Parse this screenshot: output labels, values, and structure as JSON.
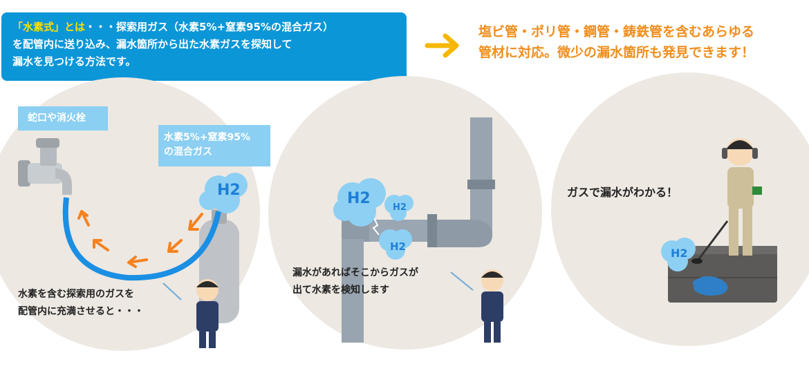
{
  "intro": {
    "highlight": "「水素式」とは",
    "line1_rest": "・・・探索用ガス（水素5%+窒素95%の混合ガス）",
    "line2": "を配管内に送り込み、漏水箇所から出た水素ガスを探知して",
    "line3": "漏水を見つける方法です。"
  },
  "benefit": {
    "line1": "塩ビ管・ポリ管・鋼管・鋳鉄管を含むあらゆる",
    "line2": "管材に対応。微少の漏水箇所も発見できます！"
  },
  "panel1": {
    "tag_faucet": "蛇口や消火栓",
    "tag_gas_line1": "水素5%+窒素95%",
    "tag_gas_line2": "の混合ガス",
    "h2_label": "H2",
    "caption_line1": "水素を含む探索用のガスを",
    "caption_line2": "配管内に充満させると・・・"
  },
  "panel2": {
    "h2_big": "H2",
    "h2_small_top": "H2",
    "h2_small_bottom": "H2",
    "caption_line1": "漏水があればそこからガスが",
    "caption_line2": "出て水素を検知します"
  },
  "panel3": {
    "caption": "ガスで漏水がわかる！",
    "h2_label": "H2"
  },
  "colors": {
    "intro_bg": "#0b96d8",
    "highlight": "#ffe100",
    "benefit_text": "#f08d1c",
    "tag_bg": "#8bcff2",
    "pipe_blue": "#1a8fe3",
    "arrow_orange": "#f5821f",
    "h2_cloud": "#8dd0f3",
    "h2_text": "#1f7fd8",
    "circle_bg": "#ede8e2"
  }
}
